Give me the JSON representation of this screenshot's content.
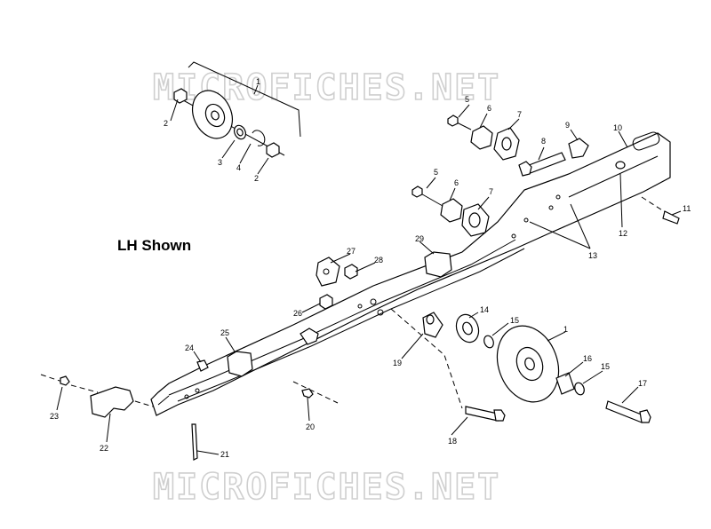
{
  "watermark": "MICROFICHES.NET",
  "view_label": "LH Shown",
  "callouts": [
    {
      "id": "c1a",
      "text": "1"
    },
    {
      "id": "c2a",
      "text": "2"
    },
    {
      "id": "c3",
      "text": "3"
    },
    {
      "id": "c4",
      "text": "4"
    },
    {
      "id": "c2b",
      "text": "2"
    },
    {
      "id": "c5a",
      "text": "5"
    },
    {
      "id": "c6a",
      "text": "6"
    },
    {
      "id": "c7a",
      "text": "7"
    },
    {
      "id": "c8",
      "text": "8"
    },
    {
      "id": "c9",
      "text": "9"
    },
    {
      "id": "c10",
      "text": "10"
    },
    {
      "id": "c5b",
      "text": "5"
    },
    {
      "id": "c6b",
      "text": "6"
    },
    {
      "id": "c7b",
      "text": "7"
    },
    {
      "id": "c11",
      "text": "11"
    },
    {
      "id": "c12",
      "text": "12"
    },
    {
      "id": "c13",
      "text": "13"
    },
    {
      "id": "c29",
      "text": "29"
    },
    {
      "id": "c27",
      "text": "27"
    },
    {
      "id": "c28",
      "text": "28"
    },
    {
      "id": "c26",
      "text": "26"
    },
    {
      "id": "c14",
      "text": "14"
    },
    {
      "id": "c15a",
      "text": "15"
    },
    {
      "id": "c1b",
      "text": "1"
    },
    {
      "id": "c19",
      "text": "19"
    },
    {
      "id": "c25",
      "text": "25"
    },
    {
      "id": "c24",
      "text": "24"
    },
    {
      "id": "c16",
      "text": "16"
    },
    {
      "id": "c15b",
      "text": "15"
    },
    {
      "id": "c17",
      "text": "17"
    },
    {
      "id": "c23",
      "text": "23"
    },
    {
      "id": "c20",
      "text": "20"
    },
    {
      "id": "c22",
      "text": "22"
    },
    {
      "id": "c18",
      "text": "18"
    },
    {
      "id": "c21",
      "text": "21"
    }
  ]
}
